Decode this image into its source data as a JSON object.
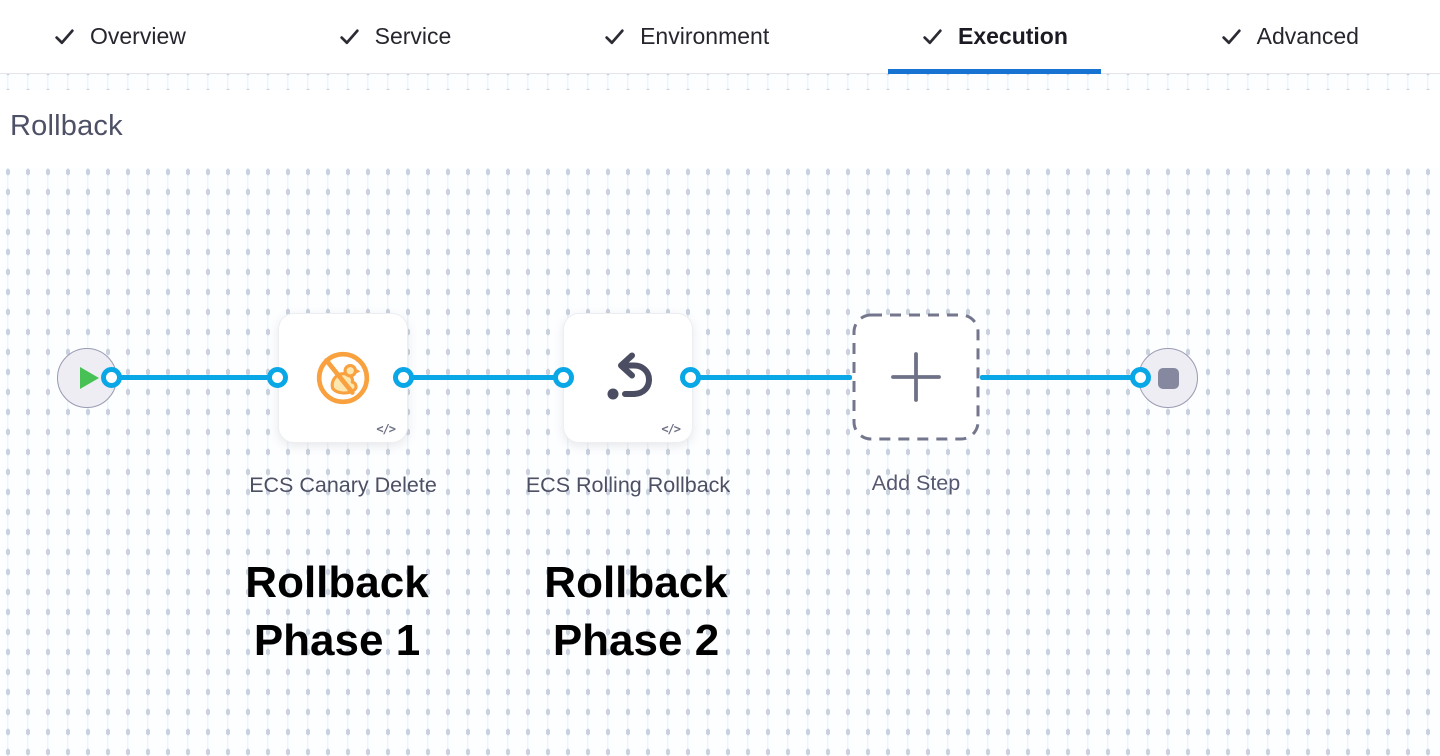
{
  "tab_bar": {
    "tabs": [
      {
        "label": "Overview",
        "completed": true,
        "active": false
      },
      {
        "label": "Service",
        "completed": true,
        "active": false
      },
      {
        "label": "Environment",
        "completed": true,
        "active": false
      },
      {
        "label": "Execution",
        "completed": true,
        "active": true
      },
      {
        "label": "Advanced",
        "completed": true,
        "active": false
      }
    ],
    "active_tab": "Execution",
    "underline_color": "#1673d2"
  },
  "canvas": {
    "section_title": "Rollback",
    "connector_color": "#0aa7e6",
    "start_node": {
      "icon": "play",
      "color": "#47c155"
    },
    "end_node": {
      "icon": "stop",
      "color": "#8688a0"
    },
    "steps": [
      {
        "name": "ECS Canary Delete",
        "icon": "ecs-canary-delete-icon",
        "icon_color": "#f9a13f",
        "annotation": "Rollback Phase 1",
        "template_badge": "</>"
      },
      {
        "name": "ECS Rolling Rollback",
        "icon": "rollback-arrow-icon",
        "icon_color": "#4b4d62",
        "annotation": "Rollback Phase 2",
        "template_badge": "</>"
      }
    ],
    "add_step": {
      "label": "Add Step"
    }
  }
}
